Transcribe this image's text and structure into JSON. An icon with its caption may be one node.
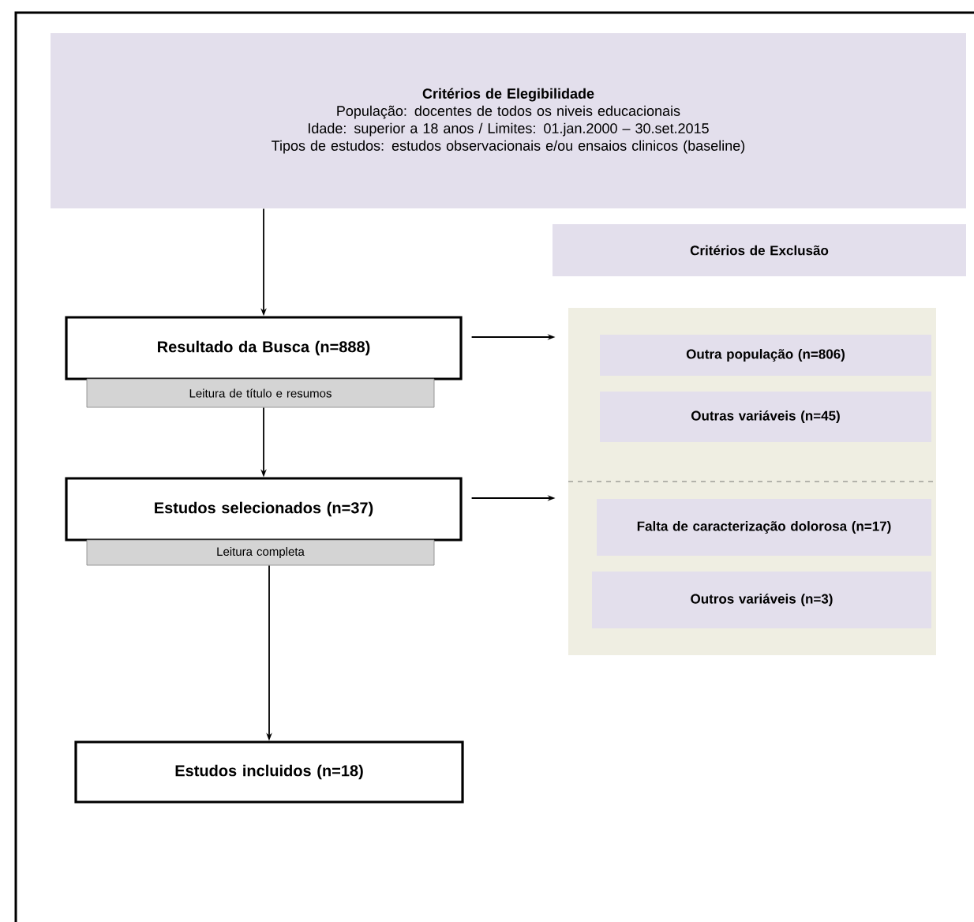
{
  "diagram": {
    "nodes": [
      {
        "text": [
          "Critérios de Elegibilidade",
          "População: docentes de todos os niveis educacionais",
          "Idade: superior a 18 anos / Limites: 01.jan.2000 – 30.set.2015",
          "Tipos de estudos: estudos observacionais e/ou ensaios clinicos (baseline)"
        ]
      },
      {
        "text": [
          "Critérios de Exclusão"
        ]
      },
      {
        "text": [],
        "shape": "box"
      },
      {
        "text": [
          "Outra população (n=806)"
        ],
        "in": 2
      },
      {
        "text": [
          "Outras variáveis (n=45)"
        ],
        "in": 2
      },
      {
        "text": [
          "Falta de caracterização dolorosa (n=17)"
        ],
        "in": 2
      },
      {
        "text": [
          "Outros variáveis (n=3)"
        ],
        "in": 2
      },
      {
        "text": [
          "Resultado da Busca (n=888)"
        ]
      },
      {
        "text": [
          "Leitura de título e resumos"
        ]
      },
      {
        "text": [
          "Estudos selecionados (n=37)"
        ]
      },
      {
        "text": [
          "Leitura completa"
        ]
      },
      {
        "text": [
          "Estudos incluidos (n=18)"
        ]
      }
    ],
    "edges": [
      {
        "from": 0,
        "to": 7,
        "arrow": "to"
      },
      {
        "from": 8,
        "to": 9,
        "arrow": "to"
      },
      {
        "from": 10,
        "to": 11,
        "arrow": "to"
      },
      {
        "from": 7,
        "to": 2,
        "arrow": "to"
      },
      {
        "from": 9,
        "to": 2,
        "arrow": "to"
      }
    ]
  }
}
